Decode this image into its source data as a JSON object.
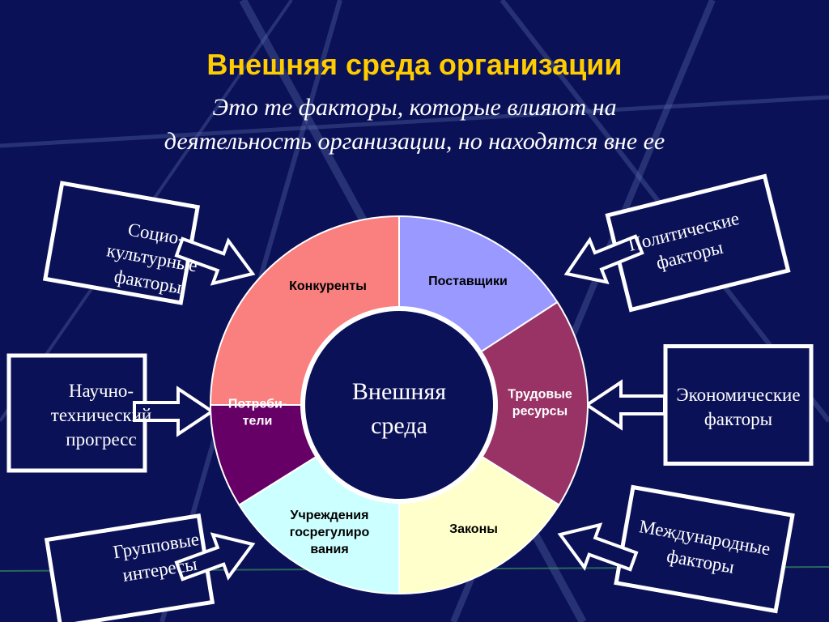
{
  "title": "Внешняя среда организации",
  "subtitle": {
    "line1": "Это те факторы, которые влияют на",
    "line2": "деятельность организации, но находятся вне ее"
  },
  "center": {
    "line1": "Внешняя",
    "line2": "среда"
  },
  "segments": [
    {
      "key": "competitors",
      "lines": [
        "Конкуренты"
      ],
      "color": "#fa8080"
    },
    {
      "key": "suppliers",
      "lines": [
        "Поставщики"
      ],
      "color": "#9999ff"
    },
    {
      "key": "labor",
      "lines": [
        "Трудовые",
        "ресурсы"
      ],
      "color": "#993366"
    },
    {
      "key": "laws",
      "lines": [
        "Законы"
      ],
      "color": "#ffffcc"
    },
    {
      "key": "agencies",
      "lines": [
        "Учреждения",
        "госрегулиро",
        "вания"
      ],
      "color": "#ccffff"
    },
    {
      "key": "consumers",
      "lines": [
        "Потреби-",
        "тели"
      ],
      "color": "#660066"
    }
  ],
  "factors": [
    {
      "key": "sociocultural",
      "lines": [
        "Социо-",
        "культурные",
        "факторы"
      ]
    },
    {
      "key": "scitech",
      "lines": [
        "Научно-",
        "технический",
        "прогресс"
      ]
    },
    {
      "key": "group",
      "lines": [
        "Групповые",
        "интересы"
      ]
    },
    {
      "key": "political",
      "lines": [
        "Политические",
        "факторы"
      ]
    },
    {
      "key": "economic",
      "lines": [
        "Экономические",
        "факторы"
      ]
    },
    {
      "key": "international",
      "lines": [
        "Международные",
        "факторы"
      ]
    }
  ],
  "colors": {
    "background": "#0b1157",
    "title": "#ffcc00",
    "subtitle": "#ffffff",
    "box_border": "#ffffff",
    "box_fill": "#0b1157",
    "ring_border": "#ffffff",
    "center_fill": "#0b1157",
    "dark_segment_text": "#ffffff",
    "light_segment_text": "#000000"
  }
}
